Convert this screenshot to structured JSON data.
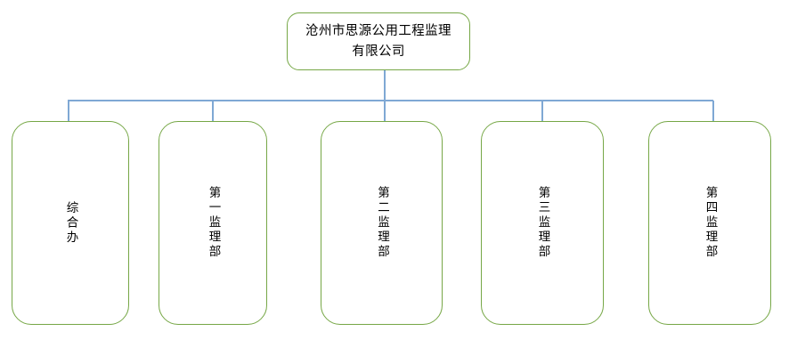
{
  "diagram": {
    "type": "org-chart",
    "orientation": "top-down",
    "colors": {
      "node_border": "#76a746",
      "node_fill": "#ffffff",
      "connector": "#7fa8d4",
      "text": "#000000"
    },
    "root": {
      "label": "沧州市思源公用工程监理\n有限公司",
      "text_direction": "horizontal"
    },
    "children": [
      {
        "label": "综合办",
        "text_direction": "vertical"
      },
      {
        "label": "第一监理部",
        "text_direction": "vertical"
      },
      {
        "label": "第二监理部",
        "text_direction": "vertical"
      },
      {
        "label": "第三监理部",
        "text_direction": "vertical"
      },
      {
        "label": "第四监理部",
        "text_direction": "vertical"
      }
    ]
  }
}
